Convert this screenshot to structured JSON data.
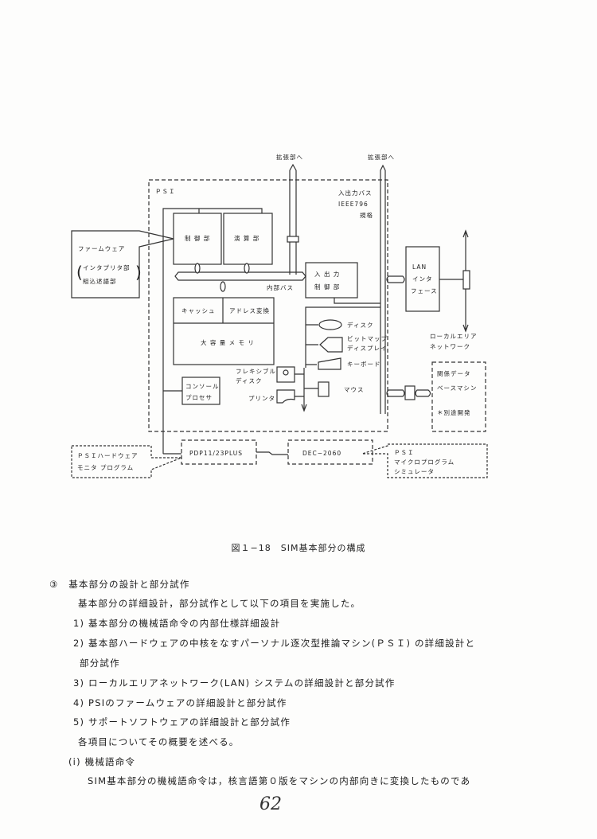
{
  "figure": {
    "caption": "図１−18　SIM基本部分の構成",
    "labels": {
      "expansion_left": "拡張部へ",
      "expansion_right": "拡張部へ",
      "psi": "ＰＳＩ",
      "io_bus": [
        "入出力バス",
        "IEEE796",
        "規格"
      ],
      "control": "制 御 部",
      "arith": "演 算 部",
      "internal_bus": "内部バス",
      "io_control": [
        "入 出 力",
        "制 御 部"
      ],
      "cache": "キャッシュ",
      "address": "アドレス変換",
      "memory": "大 容 量 メ モ リ",
      "disk": "ディスク",
      "bitmap": [
        "ビットマップ",
        "ディスプレイ"
      ],
      "keyboard": "キーボード",
      "flexible": [
        "フレキシブル",
        "ディスク"
      ],
      "mouse": "マウス",
      "printer": "プリンタ",
      "console": [
        "コンソール",
        "プロセサ"
      ],
      "lan": [
        "LAN",
        "インタ",
        "フェース"
      ],
      "local_net": [
        "ローカルエリア",
        "ネットワーク"
      ],
      "db_machine": [
        "関係データ",
        "ベースマシン",
        "＊別途開発"
      ],
      "firmware": [
        "ファームウェア",
        "インタプリタ部",
        "組込述語部"
      ],
      "pdp": "PDP11/23PLUS",
      "dec": "DEC−2060",
      "hw_monitor": [
        "ＰＳＩハードウェア",
        "モニタ プログラム"
      ],
      "simulator": [
        "ＰＳＩ",
        "マイクロプログラム",
        "シミュレータ"
      ]
    }
  },
  "text": {
    "heading": "③　基本部分の設計と部分試作",
    "intro": "基本部分の詳細設計，部分試作として以下の項目を実施した。",
    "items": [
      "1)  基本部分の機械語命令の内部仕様詳細設計",
      "2)  基本部ハードウェアの中核をなすパーソナル逐次型推論マシン(ＰＳＩ) の詳細設計と",
      "部分試作",
      "3)  ローカルエリアネットワーク(LAN) システムの詳細設計と部分試作",
      "4)  PSIのファームウェアの詳細設計と部分試作",
      "5)  サポートソフトウェアの詳細設計と部分試作"
    ],
    "summary": "各項目についてその概要を述べる。",
    "sub_heading": "(i)  機械語命令",
    "paragraph": "SIM基本部分の機械語命令は，核言語第０版をマシンの内部向きに変換したものであ"
  },
  "page_number": "62"
}
